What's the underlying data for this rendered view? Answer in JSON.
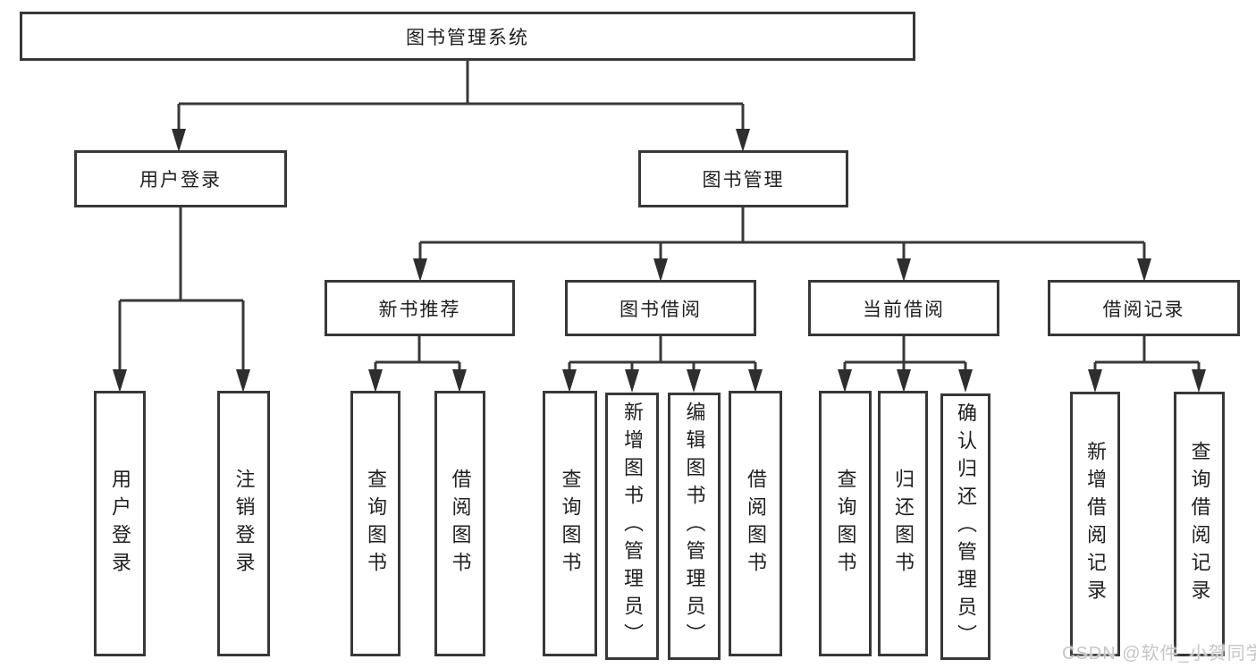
{
  "watermark": "CSDN @软件_小贺同学",
  "colors": {
    "line": "#383838",
    "box_border": "#383838",
    "text": "#1f1f1f",
    "background": "#ffffff",
    "watermark_text": "#c6c6c6"
  },
  "tree": {
    "root": {
      "label": "图书管理系统"
    },
    "user": {
      "label": "用户登录",
      "children": [
        {
          "label": "用户登录"
        },
        {
          "label": "注销登录"
        }
      ]
    },
    "books": {
      "label": "图书管理",
      "sections": [
        {
          "label": "新书推荐",
          "children": [
            {
              "label": "查询图书"
            },
            {
              "label": "借阅图书"
            }
          ]
        },
        {
          "label": "图书借阅",
          "children": [
            {
              "label": "查询图书"
            },
            {
              "label": "新增图书（管理员）"
            },
            {
              "label": "编辑图书（管理员）"
            },
            {
              "label": "借阅图书"
            }
          ]
        },
        {
          "label": "当前借阅",
          "children": [
            {
              "label": "查询图书"
            },
            {
              "label": "归还图书"
            },
            {
              "label": "确认归还（管理员）"
            }
          ]
        },
        {
          "label": "借阅记录",
          "children": [
            {
              "label": "新增借阅记录"
            },
            {
              "label": "查询借阅记录"
            }
          ]
        }
      ]
    }
  }
}
